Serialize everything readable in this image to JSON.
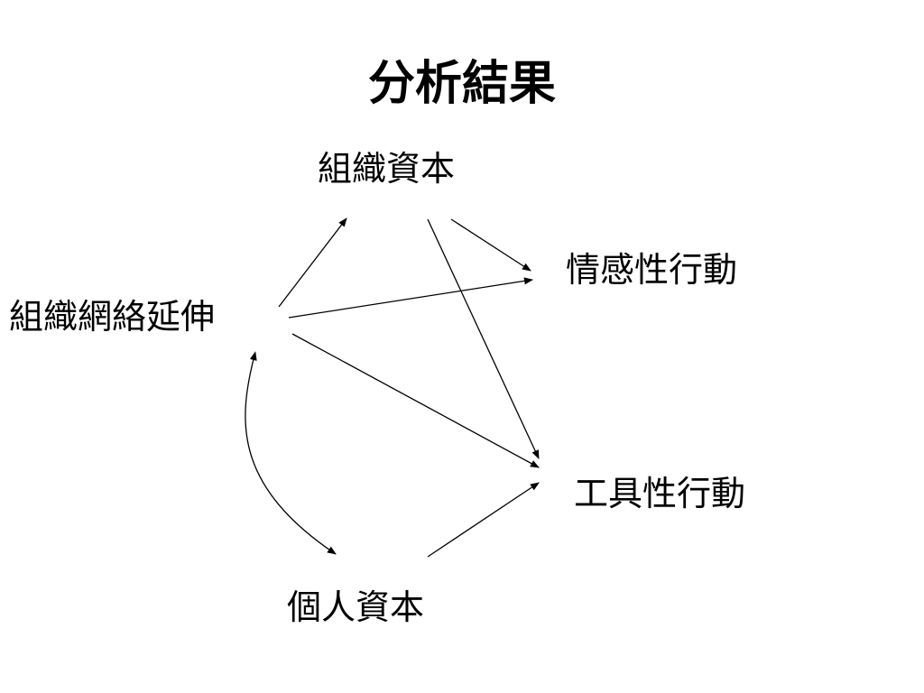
{
  "title": "分析結果",
  "nodes": {
    "organizational_capital": "組織資本",
    "affective_action": "情感性行動",
    "network_extension": "組織網絡延伸",
    "instrumental_action": "工具性行動",
    "personal_capital": "個人資本"
  },
  "edges": [
    {
      "from": "network_extension",
      "to": "organizational_capital",
      "type": "directed"
    },
    {
      "from": "network_extension",
      "to": "affective_action",
      "type": "directed"
    },
    {
      "from": "network_extension",
      "to": "instrumental_action",
      "type": "directed"
    },
    {
      "from": "organizational_capital",
      "to": "affective_action",
      "type": "directed"
    },
    {
      "from": "organizational_capital",
      "to": "instrumental_action",
      "type": "directed"
    },
    {
      "from": "personal_capital",
      "to": "instrumental_action",
      "type": "directed"
    },
    {
      "from": "network_extension",
      "to": "personal_capital",
      "type": "bidirectional-curve"
    }
  ],
  "colors": {
    "text": "#000000",
    "edge": "#000000",
    "background": "#ffffff"
  }
}
